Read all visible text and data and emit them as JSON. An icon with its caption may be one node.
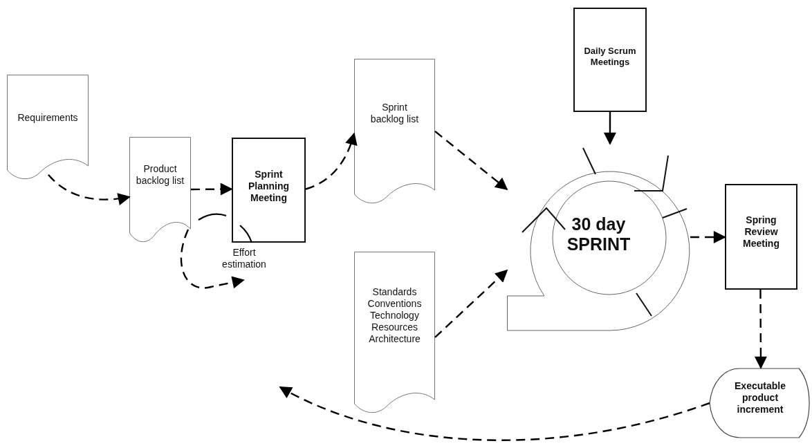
{
  "diagram": {
    "nodes": [
      {
        "text": [
          "Requirements"
        ]
      },
      {
        "text": [
          "Product backlog list"
        ]
      },
      {
        "text": [
          "Sprint Planning Meeting"
        ]
      },
      {
        "text": [
          "Sprint backlog list"
        ]
      },
      {
        "text": [
          "Daily Scrum Meetings"
        ]
      },
      {
        "text": [
          "30 day SPRINT"
        ]
      },
      {
        "text": [
          "Standards Conventions Technology Resources Architecture"
        ]
      },
      {
        "text": [
          "Spring Review Meeting"
        ]
      },
      {
        "text": [
          "Executable product increment"
        ]
      },
      {
        "text": [
          "Effort estimation"
        ]
      }
    ],
    "edges": [
      {
        "from": 0,
        "to": 1,
        "arrow": "to",
        "style": "dashed"
      },
      {
        "from": 1,
        "to": 2,
        "arrow": "to",
        "style": "dashed"
      },
      {
        "from": 1,
        "to": 9,
        "arrow": "to",
        "style": "dashed"
      },
      {
        "from": 2,
        "to": 3,
        "arrow": "to",
        "style": "dashed"
      },
      {
        "from": 3,
        "to": 5,
        "arrow": "to",
        "style": "dashed"
      },
      {
        "from": 6,
        "to": 5,
        "arrow": "to",
        "style": "dashed"
      },
      {
        "from": 4,
        "to": 5,
        "arrow": "to"
      },
      {
        "from": 5,
        "to": 7,
        "arrow": "to",
        "style": "dashed"
      },
      {
        "from": 7,
        "to": 8,
        "arrow": "to",
        "style": "dashed"
      },
      {
        "from": 8,
        "to": null,
        "arrow": "to",
        "style": "dashed"
      }
    ]
  }
}
